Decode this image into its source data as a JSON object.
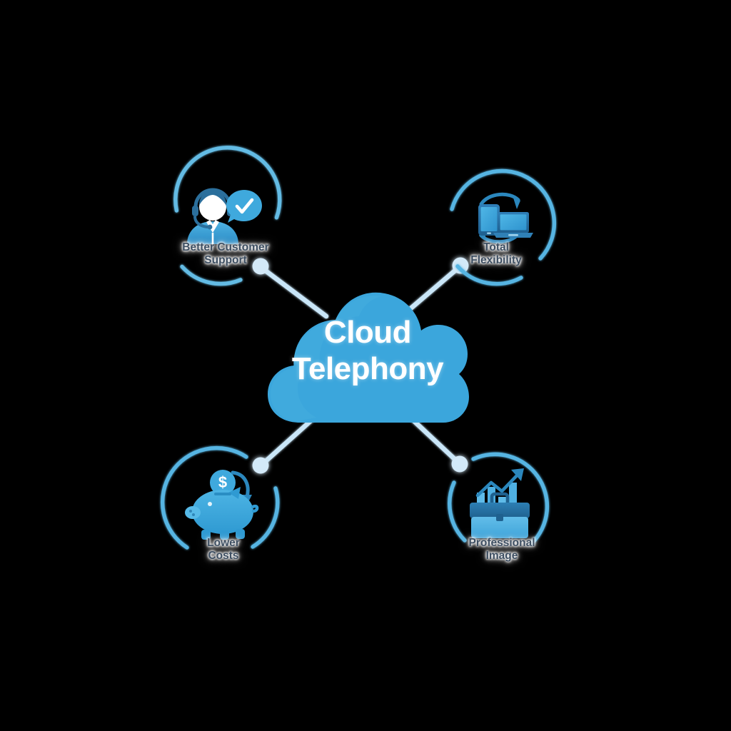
{
  "diagram": {
    "type": "hub-and-spoke",
    "title": "Cloud Telephony benefits diagram",
    "background_color": "#000000",
    "center": {
      "shape": "cloud",
      "label_line_1": "Cloud",
      "label_line_2": "Telephony",
      "text_color": "#ffffff",
      "fill_color": "#3ba6dc",
      "icon": "cloud-icon"
    },
    "axis": {
      "vertical_line_color": "#dfeef9",
      "horizontal_line_color": "#dfeef9"
    },
    "accent_colors": {
      "primary_blue": "#3ba6dc",
      "light_blue": "#8fcdeb",
      "ring_arc": "#56b4e2",
      "dark_blue": "#1f6fa5",
      "label_text": "#3e4f62",
      "connector_dot": "#cfe8f7"
    },
    "nodes": [
      {
        "id": "better-customer-support",
        "position": "top-left",
        "label": "Better Customer\nSupport",
        "icon": "support-agent-icon",
        "icon_description": "Headset support agent with checkmark speech bubble",
        "ring": "broken-circle-ring"
      },
      {
        "id": "total-flexibility",
        "position": "top-right",
        "label": "Total\nFlexibility",
        "icon": "device-sync-icon",
        "icon_description": "Tablet and laptop with circular sync arrows",
        "ring": "broken-circle-ring"
      },
      {
        "id": "lower-costs",
        "position": "bottom-left",
        "label": "Lower\nCosts",
        "icon": "piggy-bank-icon",
        "icon_description": "Piggy bank with dollar coin and arrow",
        "ring": "broken-circle-ring"
      },
      {
        "id": "professional-image",
        "position": "bottom-right",
        "label": "Professional\nImage",
        "icon": "briefcase-growth-icon",
        "icon_description": "Briefcase with rising bar chart and arrow",
        "ring": "broken-circle-ring"
      }
    ]
  }
}
